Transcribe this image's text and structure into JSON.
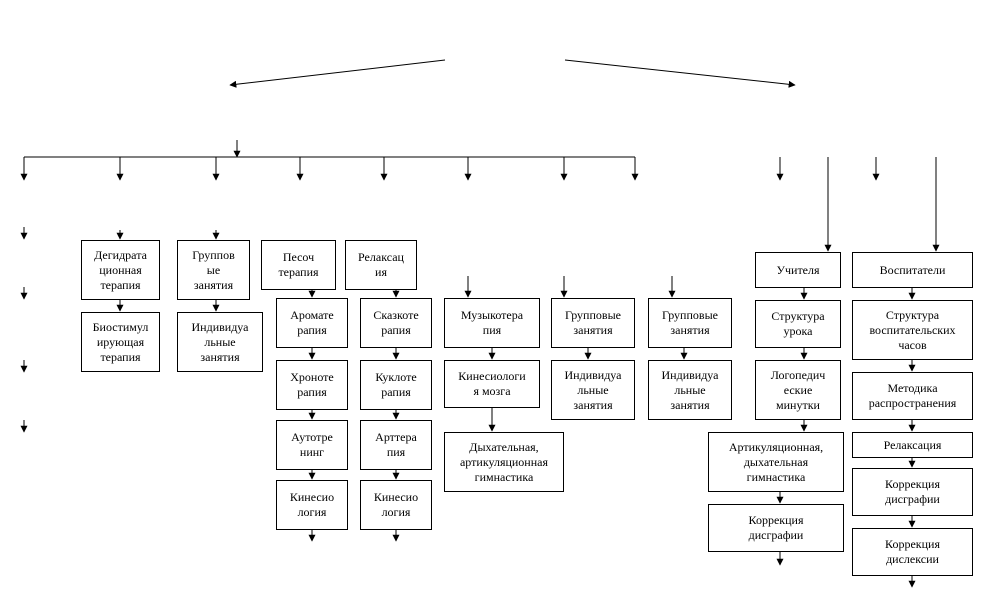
{
  "diagram": {
    "colors": {
      "line": "#000000",
      "box_border": "#000000",
      "background": "#ffffff"
    },
    "nodes": {
      "degidratacionnaya_terapiya": "Дегидрата\nционная\nтерапия",
      "biostimuliruyushchaya_terapiya": "Биостимул\nирующая\nтерапия",
      "gruppovye_zanyatiya_1": "Группов\nые\nзанятия",
      "individualnye_zanyatiya_1": "Индивидуа\nльные\nзанятия",
      "pesochnaya_terapiya": "Песоч\nтерапия",
      "aromaterapiya": "Аромате\nрапия",
      "hronoterapiya": "Хроноте\nрапия",
      "autotrening": "Аутотре\nнинг",
      "kinesiologiya_1": "Кинесио\nлогия",
      "relaksaciya_1": "Релаксац\nия",
      "skazkoterapiya": "Сказкоте\nрапия",
      "kukloterapiya": "Куклоте\nрапия",
      "artterapiya": "Арттера\nпия",
      "kinesiologiya_2": "Кинесио\nлогия",
      "muzykoterapiya": "Музыкотера\nпия",
      "kinesiologiya_mozga": "Кинесиологи\nя мозга",
      "dyhatelnaya_gimnastika": "Дыхательная,\nартикуляционная\nгимнастика",
      "gruppovye_zanyatiya_2": "Групповые\nзанятия",
      "individualnye_zanyatiya_2": "Индивидуа\nльные\nзанятия",
      "gruppovye_zanyatiya_3": "Групповые\nзанятия",
      "individualnye_zanyatiya_3": "Индивидуа\nльные\nзанятия",
      "uchitelya": "Учителя",
      "struktura_uroka": "Структура\nурока",
      "logopedicheskie_minutki": "Логопедич\nеские\nминутки",
      "artikulyacionnaya_gimnastika": "Артикуляционная,\nдыхательная\nгимнастика",
      "korrekciya_disgrafii_1": "Коррекция\nдисграфии",
      "vospitateli": "Воспитатели",
      "struktura_vospitatelskih_chasov": "Структура\nвоспитательских\nчасов",
      "metodika_rasprostraneniya": "Методика\nраспространения",
      "relaksaciya_2": "Релаксация",
      "korrekciya_disgrafii_2": "Коррекция\nдисграфии",
      "korrekciya_disleksii": "Коррекция\nдислексии"
    }
  }
}
